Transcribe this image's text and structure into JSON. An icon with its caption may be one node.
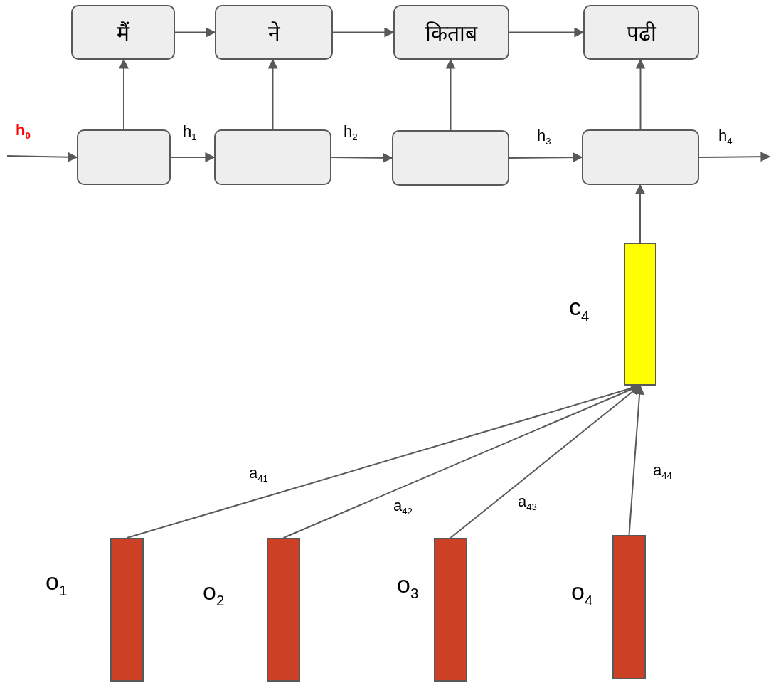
{
  "diagram": {
    "nodes": [
      {
        "text": [
          "मैं"
        ]
      },
      {
        "text": [
          "ने"
        ]
      },
      {
        "text": [
          "किताब"
        ]
      },
      {
        "text": [
          "पढी"
        ]
      },
      {
        "text": [],
        "shape": "box"
      },
      {
        "text": [],
        "shape": "box"
      },
      {
        "text": [],
        "shape": "box"
      },
      {
        "text": [],
        "shape": "box"
      },
      {
        "text": [],
        "shape": "bar",
        "beside": [
          "c$_{4}$"
        ]
      },
      {
        "text": [],
        "shape": "bar",
        "beside": [
          "o$_{1}$"
        ]
      },
      {
        "text": [],
        "shape": "bar",
        "beside": [
          "o$_{2}$"
        ]
      },
      {
        "text": [],
        "shape": "bar",
        "beside": [
          "o$_{3}$"
        ]
      },
      {
        "text": [],
        "shape": "bar",
        "beside": [
          "o$_{4}$"
        ]
      }
    ],
    "edges": [
      {
        "from": null,
        "to": 4,
        "arrow": "to",
        "label": "h$_{0}$"
      },
      {
        "from": 4,
        "to": 5,
        "arrow": "to",
        "label": "h$_{1}$"
      },
      {
        "from": 5,
        "to": 6,
        "arrow": "to",
        "label": "h$_{2}$"
      },
      {
        "from": 6,
        "to": 7,
        "arrow": "to",
        "label": "h$_{3}$"
      },
      {
        "from": 7,
        "to": null,
        "arrow": "to",
        "label": "h$_{4}$"
      },
      {
        "from": 4,
        "to": 0,
        "arrow": "to"
      },
      {
        "from": 5,
        "to": 1,
        "arrow": "to"
      },
      {
        "from": 6,
        "to": 2,
        "arrow": "to"
      },
      {
        "from": 7,
        "to": 3,
        "arrow": "to"
      },
      {
        "from": 0,
        "to": 1,
        "arrow": "to"
      },
      {
        "from": 1,
        "to": 2,
        "arrow": "to"
      },
      {
        "from": 2,
        "to": 3,
        "arrow": "to"
      },
      {
        "from": 8,
        "to": 7,
        "arrow": "to"
      },
      {
        "from": 9,
        "to": 8,
        "arrow": "to",
        "label": "a$_{41}$"
      },
      {
        "from": 10,
        "to": 8,
        "arrow": "to",
        "label": "a$_{42}$"
      },
      {
        "from": 11,
        "to": 8,
        "arrow": "to",
        "label": "a$_{43}$"
      },
      {
        "from": 12,
        "to": 8,
        "arrow": "to",
        "label": "a$_{44}$"
      }
    ]
  }
}
